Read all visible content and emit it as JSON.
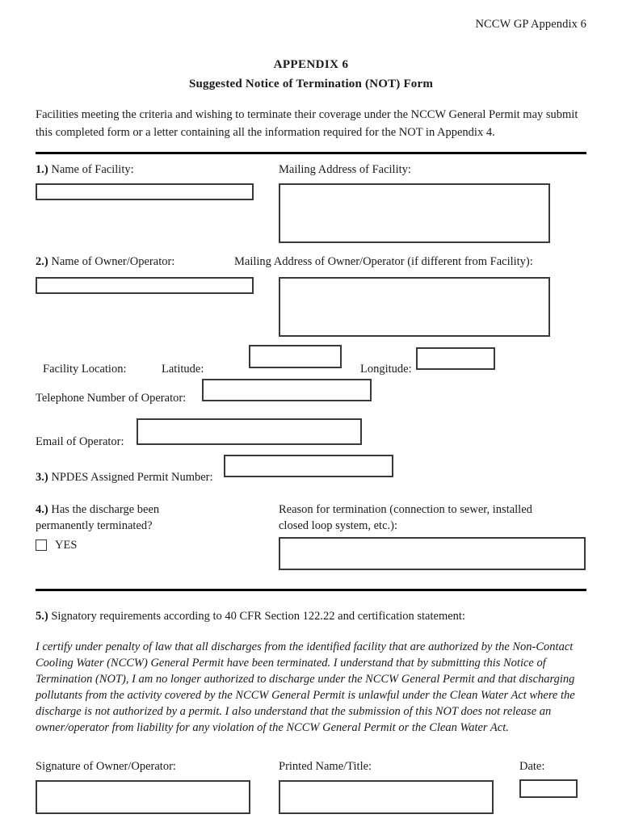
{
  "header": {
    "running_head": "NCCW GP Appendix 6"
  },
  "title": {
    "line1": "APPENDIX 6",
    "line2": "Suggested Notice of Termination (NOT) Form"
  },
  "intro": {
    "paragraph": "Facilities meeting the criteria and wishing to terminate their coverage under the NCCW General Permit may submit this completed form or a letter containing all the information required for the NOT in Appendix 4."
  },
  "section1": {
    "number": "1.)",
    "facility_name_label": "Name of Facility:",
    "facility_name_value": "",
    "mailing_address_label": "Mailing Address of Facility:",
    "mailing_address_value": ""
  },
  "section2": {
    "number": "2.)",
    "owner_name_label": "Name of Owner/Operator:",
    "owner_name_value": "",
    "owner_address_label": "Mailing Address of Owner/Operator (if different from Facility):",
    "owner_address_value": "",
    "facility_location_label": "Facility Location:",
    "latitude_label": "Latitude:",
    "latitude_value": "",
    "longitude_label": "Longitude:",
    "longitude_value": "",
    "telephone_label": "Telephone Number of Operator:",
    "telephone_value": "",
    "email_label": "Email of Operator:",
    "email_value": ""
  },
  "section3": {
    "number": "3.)",
    "npdes_label": "NPDES Assigned Permit Number:",
    "npdes_value": ""
  },
  "section4": {
    "number": "4.)",
    "question_line1": "Has the discharge been",
    "question_line2": "permanently terminated?",
    "checkbox_label": "YES",
    "checkbox_checked": false,
    "reason_label_line1": "Reason for termination (connection to sewer, installed",
    "reason_label_line2": "closed loop system, etc.):",
    "reason_value": ""
  },
  "section5": {
    "number": "5.)",
    "heading": "Signatory requirements according to 40 CFR Section 122.22 and certification statement:",
    "certification": "I certify under penalty of law that all discharges from the identified facility that are authorized by the Non-Contact Cooling Water (NCCW) General Permit have been terminated.  I understand that by submitting this Notice of Termination (NOT), I am no longer authorized to discharge under the NCCW General Permit and that discharging pollutants from the activity covered by the NCCW General Permit is unlawful under the Clean Water Act where the discharge is not authorized by a permit.  I also understand that the submission of this NOT does not release an owner/operator from liability for any violation of the NCCW General Permit or the Clean Water Act.",
    "signature_label": "Signature of Owner/Operator:",
    "signature_value": "",
    "printed_name_label": "Printed Name/Title:",
    "printed_name_value": "",
    "date_label": "Date:",
    "date_value": ""
  },
  "colors": {
    "text": "#1a1a1a",
    "rule": "#000000",
    "box_border": "#3a3a3a",
    "page_background": "#ffffff"
  }
}
